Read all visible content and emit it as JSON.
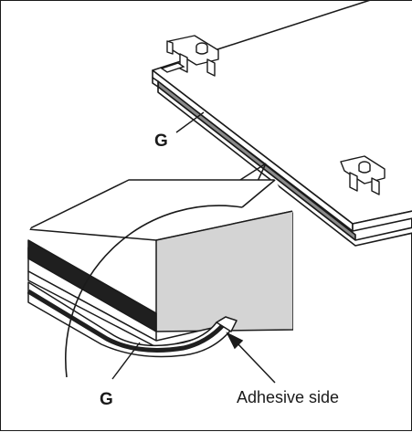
{
  "labels": {
    "g_top": "G",
    "g_bottom": "G",
    "adhesive": "Adhesive side"
  },
  "colors": {
    "line": "#1a1a1a",
    "face_grey": "#d4d4d4",
    "gasket_dark": "#1f1f1f",
    "gasket_strip": "#8a8a8a",
    "background": "#ffffff"
  }
}
